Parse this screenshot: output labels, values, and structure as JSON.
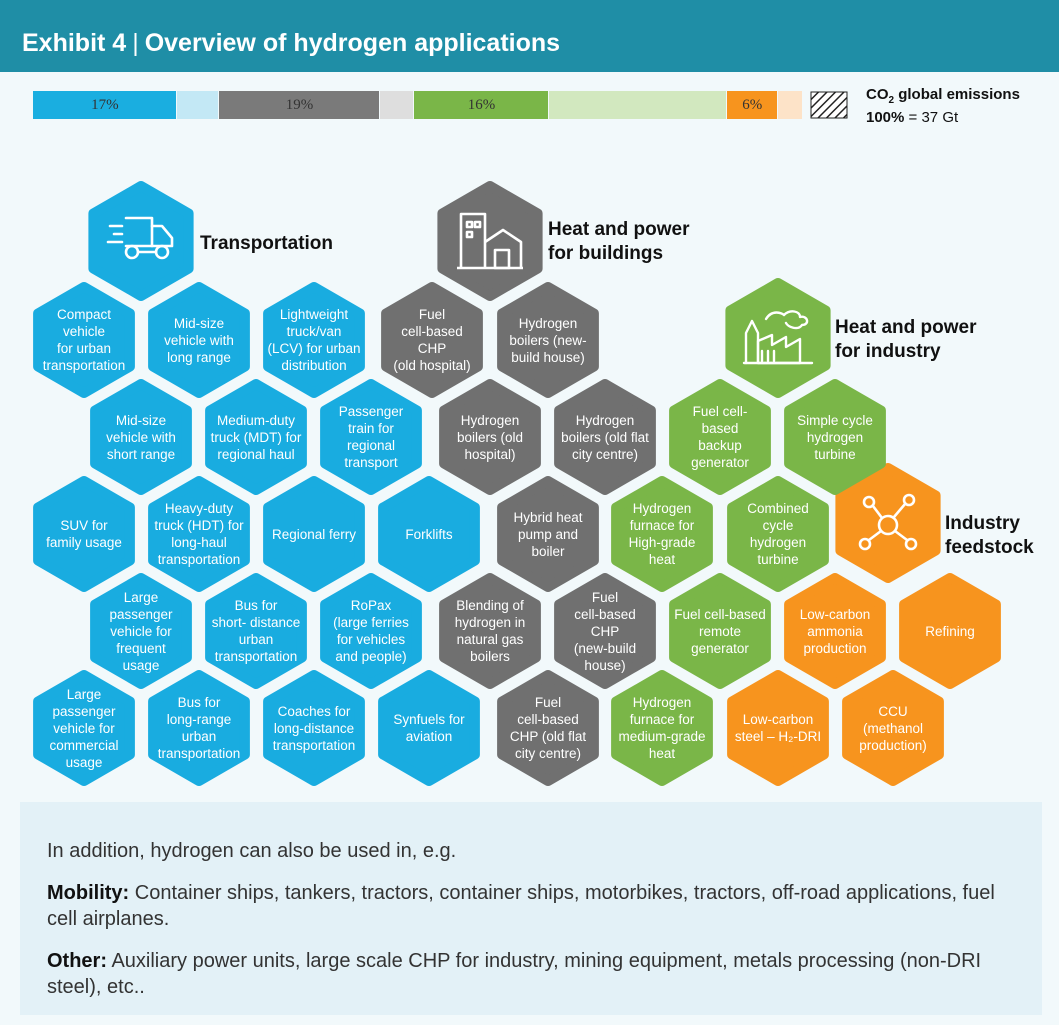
{
  "header": {
    "exhibit": "Exhibit 4",
    "separator": "|",
    "title": "Overview of hydrogen applications"
  },
  "emissions_bar": {
    "segments": [
      {
        "label": "17%",
        "color": "#1aaee0",
        "share": 17
      },
      {
        "label": "",
        "color": "#c3e8f5",
        "share": 5
      },
      {
        "label": "19%",
        "color": "#7a7a7a",
        "share": 19
      },
      {
        "label": "",
        "color": "#dedede",
        "share": 4
      },
      {
        "label": "16%",
        "color": "#7ab648",
        "share": 16
      },
      {
        "label": "",
        "color": "#d2e8bf",
        "share": 21
      },
      {
        "label": "6%",
        "color": "#f7941e",
        "share": 6
      },
      {
        "label": "",
        "color": "#fde3c8",
        "share": 3
      }
    ],
    "legend_title_prefix": "CO",
    "legend_title_sub": "2",
    "legend_title_suffix": " global emissions",
    "legend_total_bold": "100%",
    "legend_total_rest": " = 37 Gt"
  },
  "colors": {
    "transport": "#19ace0",
    "buildings": "#707070",
    "industry_heat": "#7ab648",
    "feedstock": "#f7941e",
    "header": "#1f8ea6"
  },
  "categories": {
    "transportation": {
      "label": "Transportation",
      "icon": "truck-icon"
    },
    "buildings": {
      "label_line1": "Heat and power",
      "label_line2": "for buildings",
      "icon": "building-icon"
    },
    "industry": {
      "label_line1": "Heat and power",
      "label_line2": "for industry",
      "icon": "factory-icon"
    },
    "feedstock": {
      "label_line1": "Industry",
      "label_line2": "feedstock",
      "icon": "molecule-icon"
    }
  },
  "hexes": [
    {
      "id": "compact-vehicle",
      "group": "transport",
      "text": "Compact\nvehicle\nfor urban\ntransportation"
    },
    {
      "id": "midsize-long",
      "group": "transport",
      "text": "Mid-size\nvehicle with\nlong range"
    },
    {
      "id": "lcv",
      "group": "transport",
      "text": "Lightweight\ntruck/van\n(LCV) for urban\ndistribution"
    },
    {
      "id": "midsize-short",
      "group": "transport",
      "text": "Mid-size\nvehicle with\nshort range"
    },
    {
      "id": "mdt",
      "group": "transport",
      "text": "Medium-duty\ntruck (MDT) for\nregional haul"
    },
    {
      "id": "passenger-train",
      "group": "transport",
      "text": "Passenger\ntrain for\nregional\ntransport"
    },
    {
      "id": "suv",
      "group": "transport",
      "text": "SUV for\nfamily usage"
    },
    {
      "id": "hdt",
      "group": "transport",
      "text": "Heavy-duty\ntruck (HDT) for\nlong-haul\ntransportation"
    },
    {
      "id": "regional-ferry",
      "group": "transport",
      "text": "Regional ferry"
    },
    {
      "id": "forklifts",
      "group": "transport",
      "text": "Forklifts"
    },
    {
      "id": "large-passenger-frequent",
      "group": "transport",
      "text": "Large\npassenger\nvehicle for\nfrequent\nusage"
    },
    {
      "id": "bus-short",
      "group": "transport",
      "text": "Bus for\nshort- distance\nurban\ntransportation"
    },
    {
      "id": "ropax",
      "group": "transport",
      "text": "RoPax\n(large ferries\nfor vehicles\nand people)"
    },
    {
      "id": "large-passenger-commercial",
      "group": "transport",
      "text": "Large\npassenger\nvehicle for\ncommercial\nusage"
    },
    {
      "id": "bus-long",
      "group": "transport",
      "text": "Bus for\nlong-range\nurban\ntransportation"
    },
    {
      "id": "coaches",
      "group": "transport",
      "text": "Coaches for\nlong-distance\ntransportation"
    },
    {
      "id": "synfuels",
      "group": "transport",
      "text": "Synfuels for\naviation"
    },
    {
      "id": "fuel-chp-hospital",
      "group": "buildings",
      "text": "Fuel\ncell-based\nCHP\n(old hospital)"
    },
    {
      "id": "boilers-new-house",
      "group": "buildings",
      "text": "Hydrogen\nboilers (new-\nbuild house)"
    },
    {
      "id": "boilers-old-hospital",
      "group": "buildings",
      "text": "Hydrogen\nboilers (old\nhospital)"
    },
    {
      "id": "boilers-old-flat",
      "group": "buildings",
      "text": "Hydrogen\nboilers (old flat\ncity centre)"
    },
    {
      "id": "hybrid-heat-pump",
      "group": "buildings",
      "text": "Hybrid heat\npump and\nboiler"
    },
    {
      "id": "blending",
      "group": "buildings",
      "text": "Blending of\nhydrogen in\nnatural gas\nboilers"
    },
    {
      "id": "fuel-chp-new-house",
      "group": "buildings",
      "text": "Fuel\ncell-based\nCHP\n(new-build\nhouse)"
    },
    {
      "id": "fuel-chp-old-flat",
      "group": "buildings",
      "text": "Fuel\ncell-based\nCHP (old flat\ncity centre)"
    },
    {
      "id": "backup-generator",
      "group": "industry_heat",
      "text": "Fuel cell-\nbased\nbackup\ngenerator"
    },
    {
      "id": "simple-cycle",
      "group": "industry_heat",
      "text": "Simple cycle\nhydrogen\nturbine"
    },
    {
      "id": "furnace-high",
      "group": "industry_heat",
      "text": "Hydrogen\nfurnace for\nHigh-grade\nheat"
    },
    {
      "id": "combined-cycle",
      "group": "industry_heat",
      "text": "Combined\ncycle\nhydrogen\nturbine"
    },
    {
      "id": "remote-generator",
      "group": "industry_heat",
      "text": "Fuel cell-based\nremote\ngenerator"
    },
    {
      "id": "furnace-medium",
      "group": "industry_heat",
      "text": "Hydrogen\nfurnace for\nmedium-grade\nheat"
    },
    {
      "id": "ammonia",
      "group": "feedstock",
      "text": "Low-carbon\nammonia\nproduction"
    },
    {
      "id": "refining",
      "group": "feedstock",
      "text": "Refining"
    },
    {
      "id": "steel",
      "group": "feedstock",
      "text": "Low-carbon\nsteel – H₂-DRI"
    },
    {
      "id": "ccu",
      "group": "feedstock",
      "text": "CCU\n(methanol\nproduction)"
    }
  ],
  "addition": {
    "intro": "In addition, hydrogen can also be used in, e.g.",
    "mobility_label": "Mobility:",
    "mobility_text": " Container ships, tankers, tractors, container ships, motorbikes, tractors, off-road applications, fuel cell airplanes.",
    "other_label": "Other:",
    "other_text": " Auxiliary power units, large scale CHP for industry, mining equipment, metals processing (non-DRI steel), etc.."
  }
}
